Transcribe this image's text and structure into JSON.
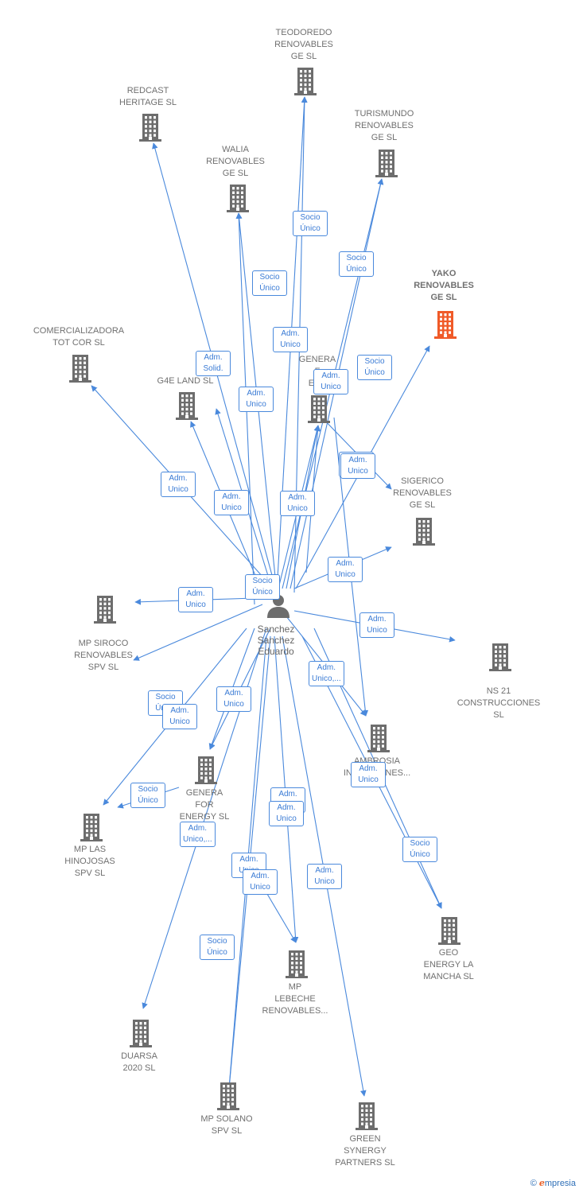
{
  "colors": {
    "edge": "#4a89dc",
    "building": "#6d6d6d",
    "highlight": "#f05a28",
    "text": "#707070"
  },
  "person": {
    "name": "Sanchez\nSanchez\nEduardo",
    "icon": "person-icon"
  },
  "companies": [
    {
      "id": "teodoredo",
      "label": "TEODOREDO\nRENOVABLES\nGE  SL",
      "highlight": false
    },
    {
      "id": "redcast",
      "label": "REDCAST\nHERITAGE  SL",
      "highlight": false
    },
    {
      "id": "turismundo",
      "label": "TURISMUNDO\nRENOVABLES\nGE  SL",
      "highlight": false
    },
    {
      "id": "walia",
      "label": "WALIA\nRENOVABLES\nGE  SL",
      "highlight": false
    },
    {
      "id": "yako",
      "label": "YAKO\nRENOVABLES\nGE  SL",
      "highlight": true
    },
    {
      "id": "comercializadora",
      "label": "COMERCIALIZADORA\nTOT COR  SL",
      "highlight": false
    },
    {
      "id": "g4e",
      "label": "G4E LAND  SL",
      "highlight": false
    },
    {
      "id": "genera_top",
      "label": "GENERA\nF\nENE",
      "highlight": false
    },
    {
      "id": "sigerico",
      "label": "SIGERICO\nRENOVABLES\nGE  SL",
      "highlight": false
    },
    {
      "id": "mpsiroco",
      "label": "MP SIROCO\nRENOVABLES\nSPV  SL",
      "highlight": false
    },
    {
      "id": "ns21",
      "label": "NS 21\nCONSTRUCCIONES\nSL",
      "highlight": false
    },
    {
      "id": "ambrosia",
      "label": "AMBROSIA\nINVERSIONES...",
      "highlight": false
    },
    {
      "id": "genera_bottom",
      "label": "GENERA\nFOR\nENERGY  SL",
      "highlight": false
    },
    {
      "id": "hinojosas",
      "label": "MP LAS\nHINOJOSAS\nSPV  SL",
      "highlight": false
    },
    {
      "id": "geo",
      "label": "GEO\nENERGY LA\nMANCHA  SL",
      "highlight": false
    },
    {
      "id": "lebeche",
      "label": "MP\nLEBECHE\nRENOVABLES...",
      "highlight": false
    },
    {
      "id": "duarsa",
      "label": "DUARSA\n2020  SL",
      "highlight": false
    },
    {
      "id": "solano",
      "label": "MP SOLANO\nSPV  SL",
      "highlight": false
    },
    {
      "id": "green",
      "label": "GREEN\nSYNERGY\nPARTNERS  SL",
      "highlight": false
    }
  ],
  "edge_labels": [
    "Socio\nÚnico",
    "Socio\nÚnico",
    "Socio\nÚnico",
    "Adm.\nUnico",
    "Adm.\nSolid.",
    "Socio\nÚnico",
    "Adm.\nUnico",
    "Adm.\nUnico",
    "Adm.\nUnico",
    "Adm.\nUnico",
    "Adm.\nUnico",
    "Adm.\nUnico",
    "Adm.\nUnico",
    "Socio\nÚnico",
    "Adm.\nUnico",
    "Adm.\nUnico",
    "Adm.\nUnico",
    "Adm.\nUnico,...",
    "Socio\nÚnico",
    "Adm.\nUnico",
    "Adm.\nUnico",
    "Adm.\nUnico",
    "Socio\nÚnico",
    "Adm.\nUnico",
    "Adm.\nUnico,...",
    "Adm.\nUnico",
    "Adm.\nUnico",
    "Adm.\nUnico",
    "Socio\nÚnico",
    "Socio\nÚnico",
    "Adm.\nUnico"
  ],
  "footer": {
    "copyright": "©",
    "brand_initial": "e",
    "brand_rest": "mpresia"
  }
}
